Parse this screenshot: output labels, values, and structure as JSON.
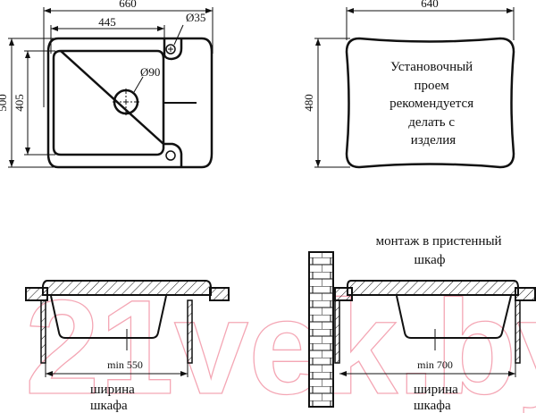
{
  "watermark": "21vek.by",
  "top_view": {
    "width_total": "660",
    "bowl_width": "445",
    "height_total": "500",
    "bowl_height": "405",
    "faucet_hole": "Ø35",
    "drain_hole": "Ø90"
  },
  "cutout_view": {
    "width": "640",
    "height": "480",
    "note_lines": [
      "Установочный",
      "проем",
      "рекомендуется",
      "делать с",
      "изделия"
    ]
  },
  "section_freestanding": {
    "min_width": "min  550",
    "caption_lines": [
      "ширина",
      "шкафа"
    ]
  },
  "section_wall": {
    "title_lines": [
      "монтаж в пристенный",
      "шкаф"
    ],
    "min_width": "min 700",
    "caption_lines": [
      "ширина",
      "шкафа"
    ]
  },
  "colors": {
    "line": "#111111",
    "watermark": "#f4a6b4"
  }
}
